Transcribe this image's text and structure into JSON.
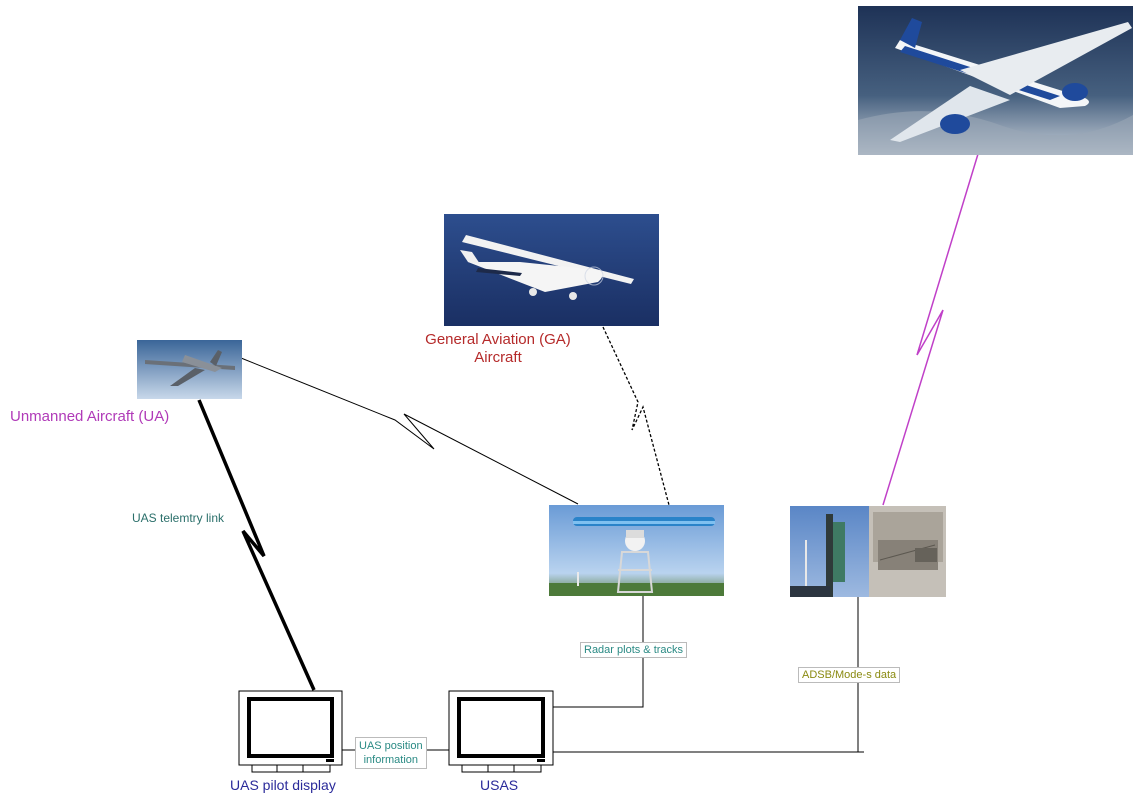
{
  "labels": {
    "unmanned_aircraft": "Unmanned Aircraft (UA)",
    "general_aviation_line1": "General Aviation (GA)",
    "general_aviation_line2": "Aircraft",
    "uas_telemetry_link": "UAS telemtry link",
    "radar_plots_tracks": "Radar plots & tracks",
    "adsb_mode_s_data": "ADSB/Mode-s data",
    "uas_position_line1": "UAS position",
    "uas_position_line2": "information",
    "uas_pilot_display": "UAS pilot display",
    "usas": "USAS"
  },
  "colors": {
    "ua_label": "#b03ab8",
    "ga_label": "#b52a2a",
    "telemetry_label": "#2a6f6a",
    "radar_label": "#2a8a84",
    "adsb_label": "#8a8a10",
    "position_label": "#2a8a84",
    "display_label": "#2a2a9a",
    "airliner_link": "#c040c8"
  },
  "icons": {
    "airliner_photo": "airliner-photo",
    "ga_photo": "cessna-photo",
    "ua_photo": "drone-photo",
    "radar_photo": "radar-antenna-photo",
    "adsb_photo": "adsb-receiver-photo",
    "pilot_display": "monitor-icon",
    "usas_display": "monitor-icon"
  }
}
